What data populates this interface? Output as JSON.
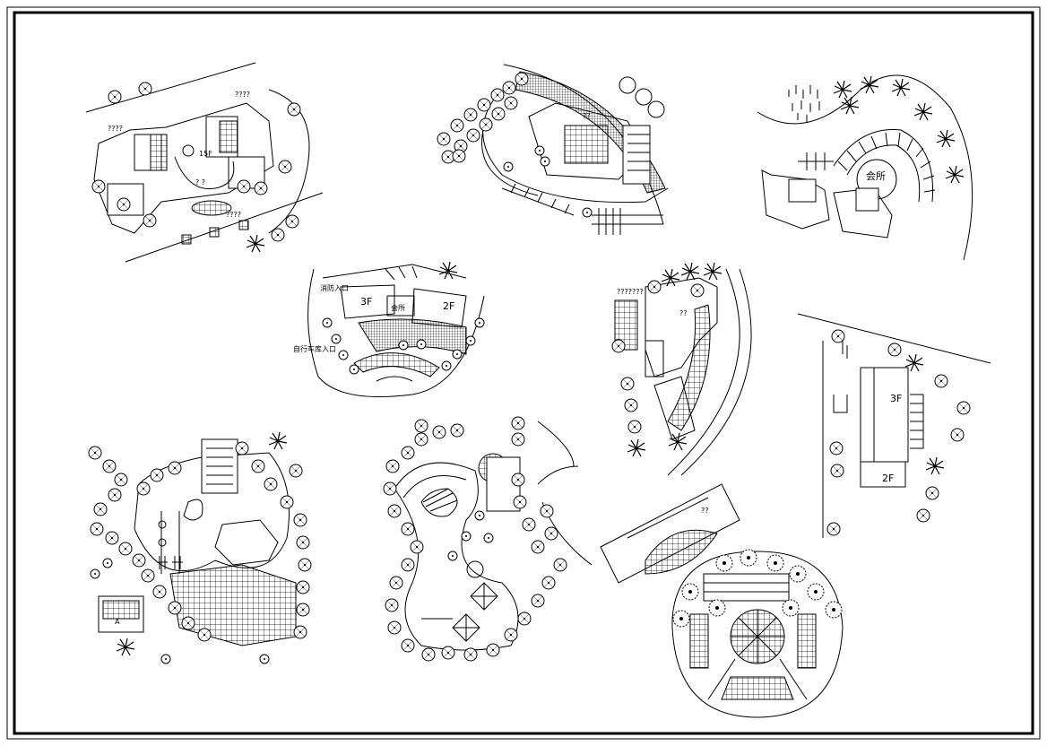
{
  "labels": {
    "p1_a": "????",
    "p1_b": "????",
    "p1_c": "15F",
    "p1_d": "? ?",
    "p1_e": "????",
    "p2_a": "??",
    "p3_a": "会所",
    "p4_a": "消防入口",
    "p4_b": "3F",
    "p4_c": "会所",
    "p4_d": "2F",
    "p4_e": "自行车库入口",
    "p5_a": "???????",
    "p5_b": "??",
    "p6_a": "3F",
    "p6_b": "2F",
    "p8_a": "??",
    "p9_a": "A"
  }
}
